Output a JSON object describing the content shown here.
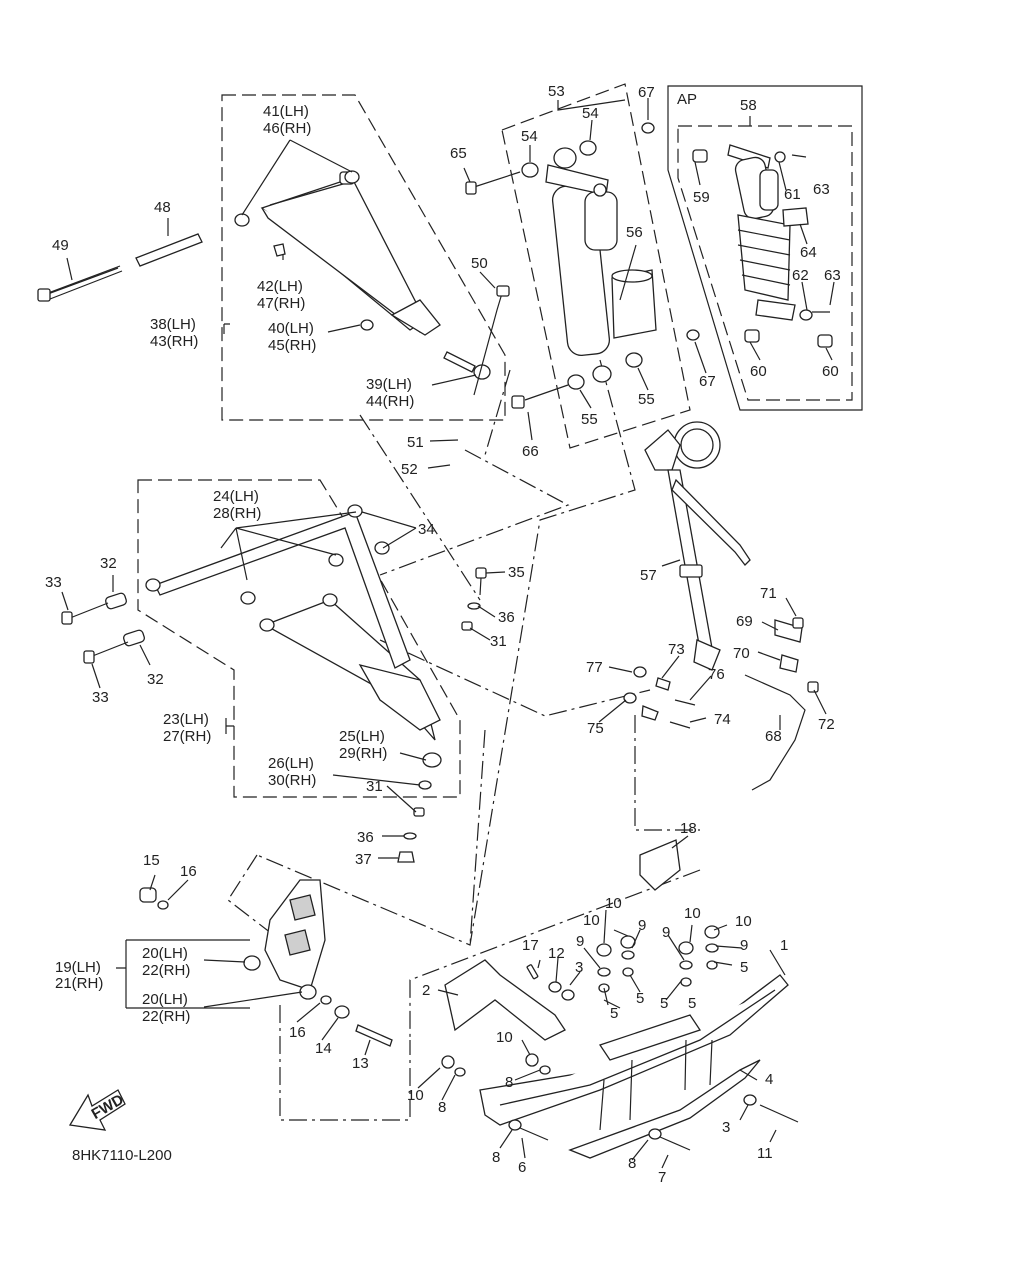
{
  "diagram_code": "8HK7110-L200",
  "ap_box_label": "AP",
  "fwd_label": "FWD",
  "labels": [
    {
      "id": "l1",
      "text": "1"
    },
    {
      "id": "l2",
      "text": "2"
    },
    {
      "id": "l3a",
      "text": "3"
    },
    {
      "id": "l3b",
      "text": "3"
    },
    {
      "id": "l4",
      "text": "4"
    },
    {
      "id": "l5a",
      "text": "5"
    },
    {
      "id": "l5b",
      "text": "5"
    },
    {
      "id": "l5c",
      "text": "5"
    },
    {
      "id": "l5d",
      "text": "5"
    },
    {
      "id": "l5e",
      "text": "5"
    },
    {
      "id": "l6",
      "text": "6"
    },
    {
      "id": "l7",
      "text": "7"
    },
    {
      "id": "l8a",
      "text": "8"
    },
    {
      "id": "l8b",
      "text": "8"
    },
    {
      "id": "l8c",
      "text": "8"
    },
    {
      "id": "l8d",
      "text": "8"
    },
    {
      "id": "l9a",
      "text": "9"
    },
    {
      "id": "l9b",
      "text": "9"
    },
    {
      "id": "l9c",
      "text": "9"
    },
    {
      "id": "l9d",
      "text": "9"
    },
    {
      "id": "l10a",
      "text": "10"
    },
    {
      "id": "l10b",
      "text": "10"
    },
    {
      "id": "l10c",
      "text": "10"
    },
    {
      "id": "l10d",
      "text": "10"
    },
    {
      "id": "l10e",
      "text": "10"
    },
    {
      "id": "l10f",
      "text": "10"
    },
    {
      "id": "l11",
      "text": "11"
    },
    {
      "id": "l12",
      "text": "12"
    },
    {
      "id": "l13",
      "text": "13"
    },
    {
      "id": "l14",
      "text": "14"
    },
    {
      "id": "l15",
      "text": "15"
    },
    {
      "id": "l16a",
      "text": "16"
    },
    {
      "id": "l16b",
      "text": "16"
    },
    {
      "id": "l17",
      "text": "17"
    },
    {
      "id": "l18",
      "text": "18"
    },
    {
      "id": "l19",
      "text": "19(LH)"
    },
    {
      "id": "l21",
      "text": "21(RH)"
    },
    {
      "id": "l20a",
      "text": "20(LH)"
    },
    {
      "id": "l22a",
      "text": "22(RH)"
    },
    {
      "id": "l20b",
      "text": "20(LH)"
    },
    {
      "id": "l22b",
      "text": "22(RH)"
    },
    {
      "id": "l23",
      "text": "23(LH)"
    },
    {
      "id": "l27",
      "text": "27(RH)"
    },
    {
      "id": "l24",
      "text": "24(LH)"
    },
    {
      "id": "l28",
      "text": "28(RH)"
    },
    {
      "id": "l25",
      "text": "25(LH)"
    },
    {
      "id": "l29",
      "text": "29(RH)"
    },
    {
      "id": "l26",
      "text": "26(LH)"
    },
    {
      "id": "l30",
      "text": "30(RH)"
    },
    {
      "id": "l31a",
      "text": "31"
    },
    {
      "id": "l31b",
      "text": "31"
    },
    {
      "id": "l32a",
      "text": "32"
    },
    {
      "id": "l32b",
      "text": "32"
    },
    {
      "id": "l33a",
      "text": "33"
    },
    {
      "id": "l33b",
      "text": "33"
    },
    {
      "id": "l34",
      "text": "34"
    },
    {
      "id": "l35",
      "text": "35"
    },
    {
      "id": "l36a",
      "text": "36"
    },
    {
      "id": "l36b",
      "text": "36"
    },
    {
      "id": "l37",
      "text": "37"
    },
    {
      "id": "l38",
      "text": "38(LH)"
    },
    {
      "id": "l43",
      "text": "43(RH)"
    },
    {
      "id": "l39",
      "text": "39(LH)"
    },
    {
      "id": "l44",
      "text": "44(RH)"
    },
    {
      "id": "l40",
      "text": "40(LH)"
    },
    {
      "id": "l45",
      "text": "45(RH)"
    },
    {
      "id": "l41",
      "text": "41(LH)"
    },
    {
      "id": "l46",
      "text": "46(RH)"
    },
    {
      "id": "l42",
      "text": "42(LH)"
    },
    {
      "id": "l47",
      "text": "47(RH)"
    },
    {
      "id": "l48",
      "text": "48"
    },
    {
      "id": "l49",
      "text": "49"
    },
    {
      "id": "l50",
      "text": "50"
    },
    {
      "id": "l51",
      "text": "51"
    },
    {
      "id": "l52",
      "text": "52"
    },
    {
      "id": "l53",
      "text": "53"
    },
    {
      "id": "l54a",
      "text": "54"
    },
    {
      "id": "l54b",
      "text": "54"
    },
    {
      "id": "l55a",
      "text": "55"
    },
    {
      "id": "l55b",
      "text": "55"
    },
    {
      "id": "l56",
      "text": "56"
    },
    {
      "id": "l57",
      "text": "57"
    },
    {
      "id": "l58",
      "text": "58"
    },
    {
      "id": "l59",
      "text": "59"
    },
    {
      "id": "l60a",
      "text": "60"
    },
    {
      "id": "l60b",
      "text": "60"
    },
    {
      "id": "l61",
      "text": "61"
    },
    {
      "id": "l62",
      "text": "62"
    },
    {
      "id": "l63a",
      "text": "63"
    },
    {
      "id": "l63b",
      "text": "63"
    },
    {
      "id": "l64",
      "text": "64"
    },
    {
      "id": "l65",
      "text": "65"
    },
    {
      "id": "l66",
      "text": "66"
    },
    {
      "id": "l67a",
      "text": "67"
    },
    {
      "id": "l67b",
      "text": "67"
    },
    {
      "id": "l68",
      "text": "68"
    },
    {
      "id": "l69",
      "text": "69"
    },
    {
      "id": "l70",
      "text": "70"
    },
    {
      "id": "l71",
      "text": "71"
    },
    {
      "id": "l72",
      "text": "72"
    },
    {
      "id": "l73",
      "text": "73"
    },
    {
      "id": "l74",
      "text": "74"
    },
    {
      "id": "l75",
      "text": "75"
    },
    {
      "id": "l76",
      "text": "76"
    },
    {
      "id": "l77",
      "text": "77"
    }
  ]
}
